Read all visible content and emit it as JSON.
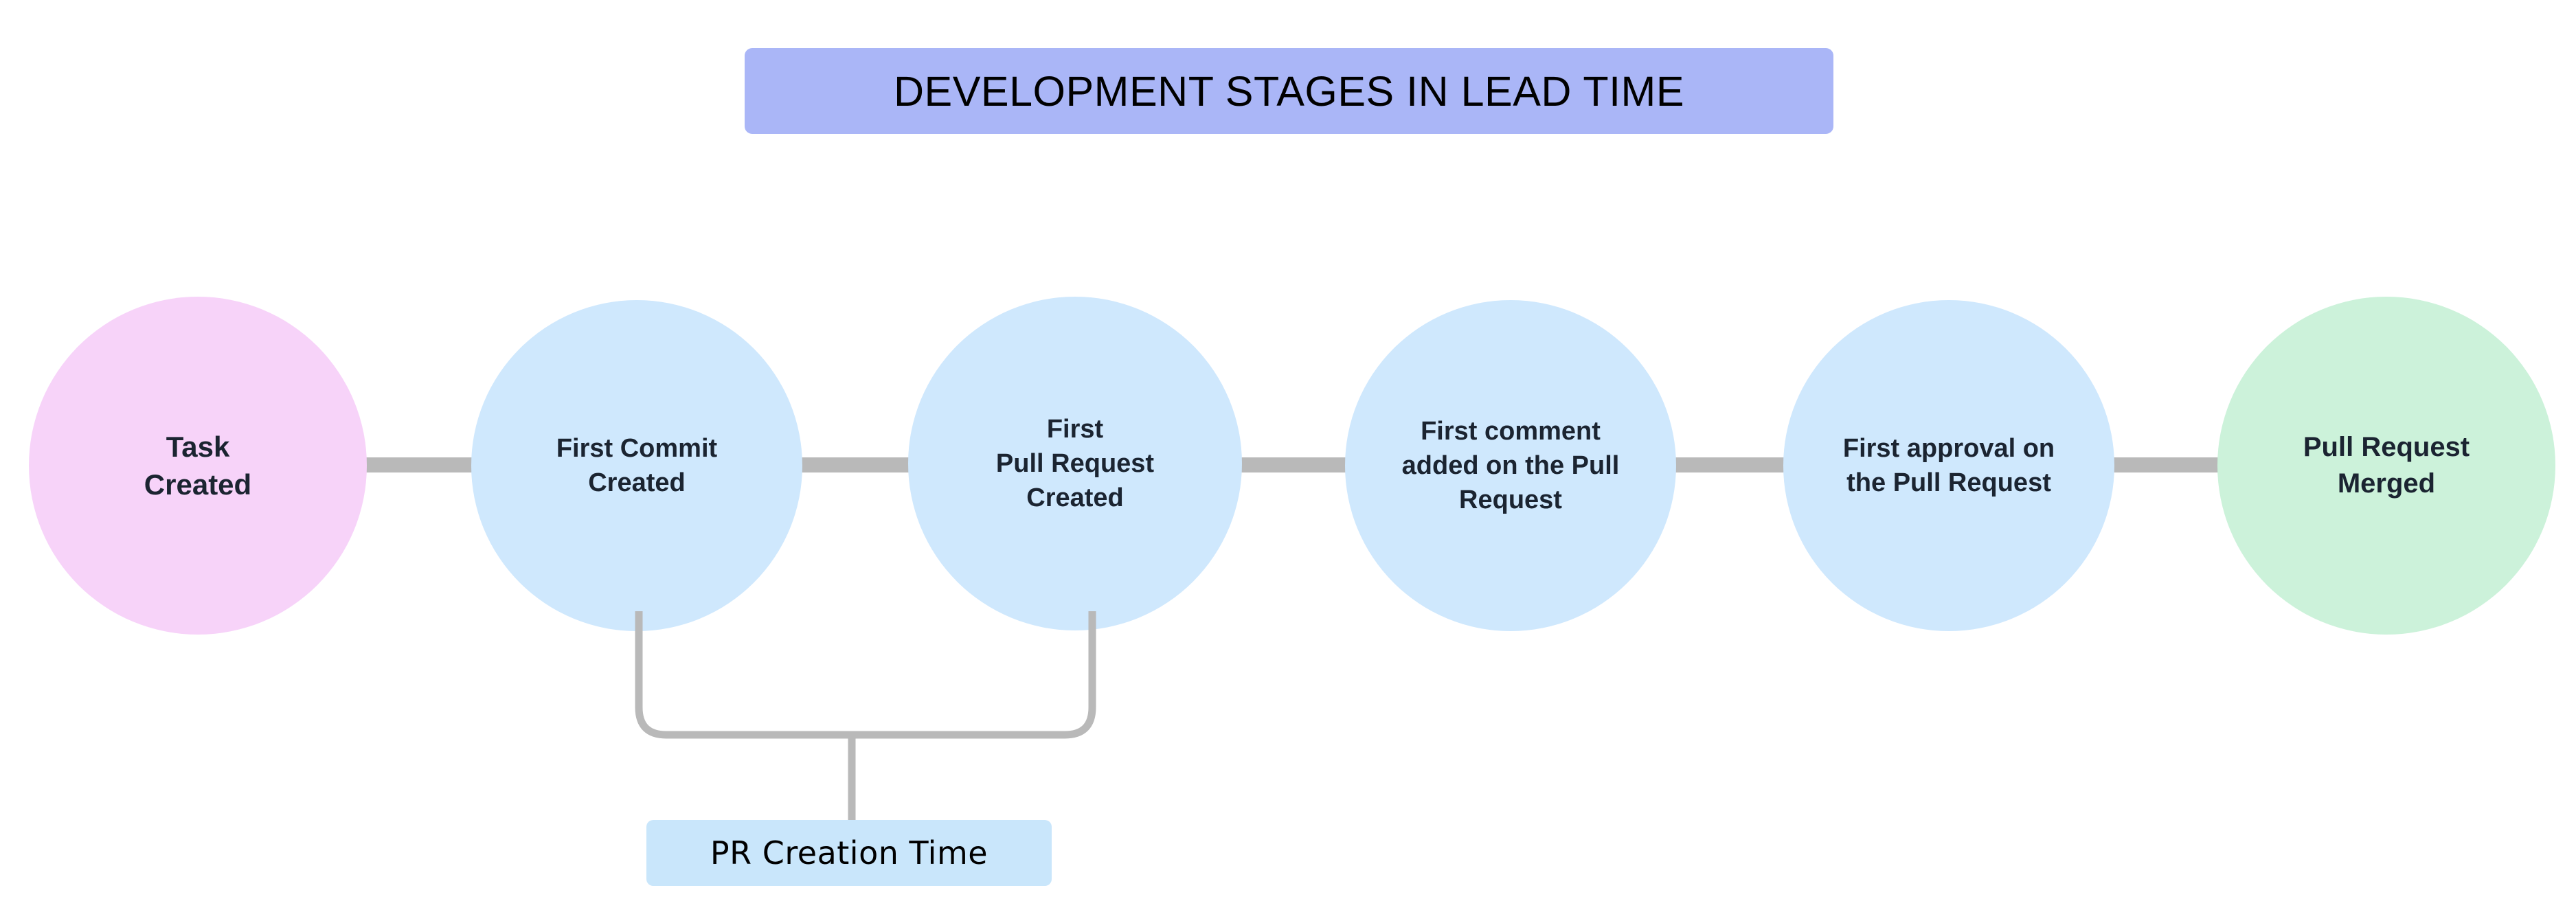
{
  "diagram": {
    "title": "DEVELOPMENT STAGES IN LEAD TIME",
    "title_background": "#aab6f7",
    "background": "#ffffff",
    "edge_color": "#b9b9b9",
    "nodes": [
      {
        "id": "task-created",
        "label": "Task\nCreated",
        "color": "#f7d3f9",
        "shape": "circle",
        "text_color": "#1b2431"
      },
      {
        "id": "first-commit",
        "label": "First Commit\nCreated",
        "color": "#cfe8fd",
        "shape": "circle",
        "text_color": "#1b2431"
      },
      {
        "id": "first-pr",
        "label": "First\nPull Request\nCreated",
        "color": "#cfe8fd",
        "shape": "circle",
        "text_color": "#1b2431"
      },
      {
        "id": "first-comment",
        "label": "First comment\nadded on the Pull\nRequest",
        "color": "#cfe8fd",
        "shape": "circle",
        "text_color": "#1b2431"
      },
      {
        "id": "first-approval",
        "label": "First approval on\nthe Pull Request",
        "color": "#cfe8fd",
        "shape": "circle",
        "text_color": "#1b2431"
      },
      {
        "id": "pr-merged",
        "label": "Pull Request\nMerged",
        "color": "#ccf2da",
        "shape": "circle",
        "text_color": "#1b2431"
      }
    ],
    "annotation": {
      "label": "PR Creation Time",
      "color": "#c9e6fb",
      "spans_from": "first-commit",
      "spans_to": "first-pr"
    }
  }
}
